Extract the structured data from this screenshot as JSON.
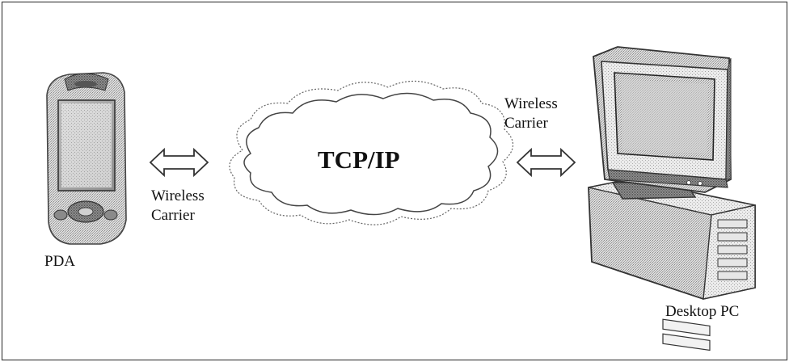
{
  "diagram": {
    "nodes": {
      "pda": {
        "label": "PDA"
      },
      "cloud": {
        "label": "TCP/IP"
      },
      "desktop": {
        "label": "Desktop PC"
      }
    },
    "links": {
      "left": {
        "label_line1": "Wireless",
        "label_line2": "Carrier"
      },
      "right": {
        "label_line1": "Wireless",
        "label_line2": "Carrier"
      }
    }
  }
}
